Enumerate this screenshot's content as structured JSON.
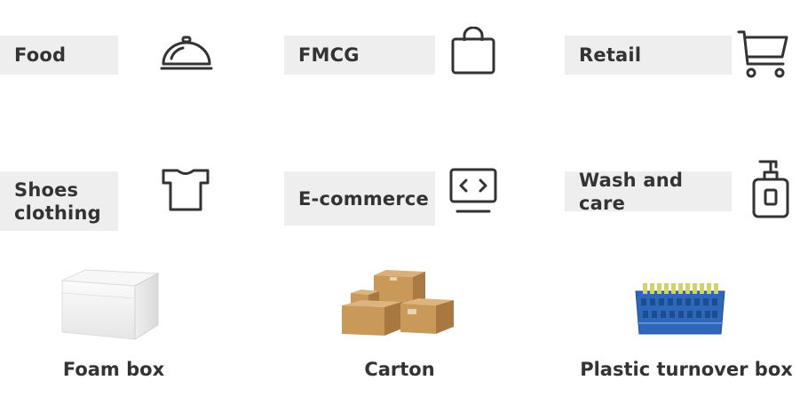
{
  "industries": [
    {
      "label": "Food",
      "icon": "cloche-icon"
    },
    {
      "label": "FMCG",
      "icon": "shopping-bag-icon"
    },
    {
      "label": "Retail",
      "icon": "shopping-cart-icon"
    },
    {
      "label_line1": "Shoes",
      "label_line2": "clothing",
      "icon": "t-shirt-icon"
    },
    {
      "label": "E-commerce",
      "icon": "monitor-code-icon"
    },
    {
      "label": "Wash and care",
      "icon": "soap-dispenser-icon"
    }
  ],
  "packaging": [
    {
      "label": "Foam box",
      "image": "foam-box-image"
    },
    {
      "label": "Carton",
      "image": "carton-boxes-image"
    },
    {
      "label": "Plastic turnover box",
      "image": "plastic-crate-image"
    }
  ],
  "colors": {
    "text": "#333333",
    "tag_bg": "#eeeeee",
    "crate_blue": "#2f67b8",
    "carton": "#c9995a"
  }
}
